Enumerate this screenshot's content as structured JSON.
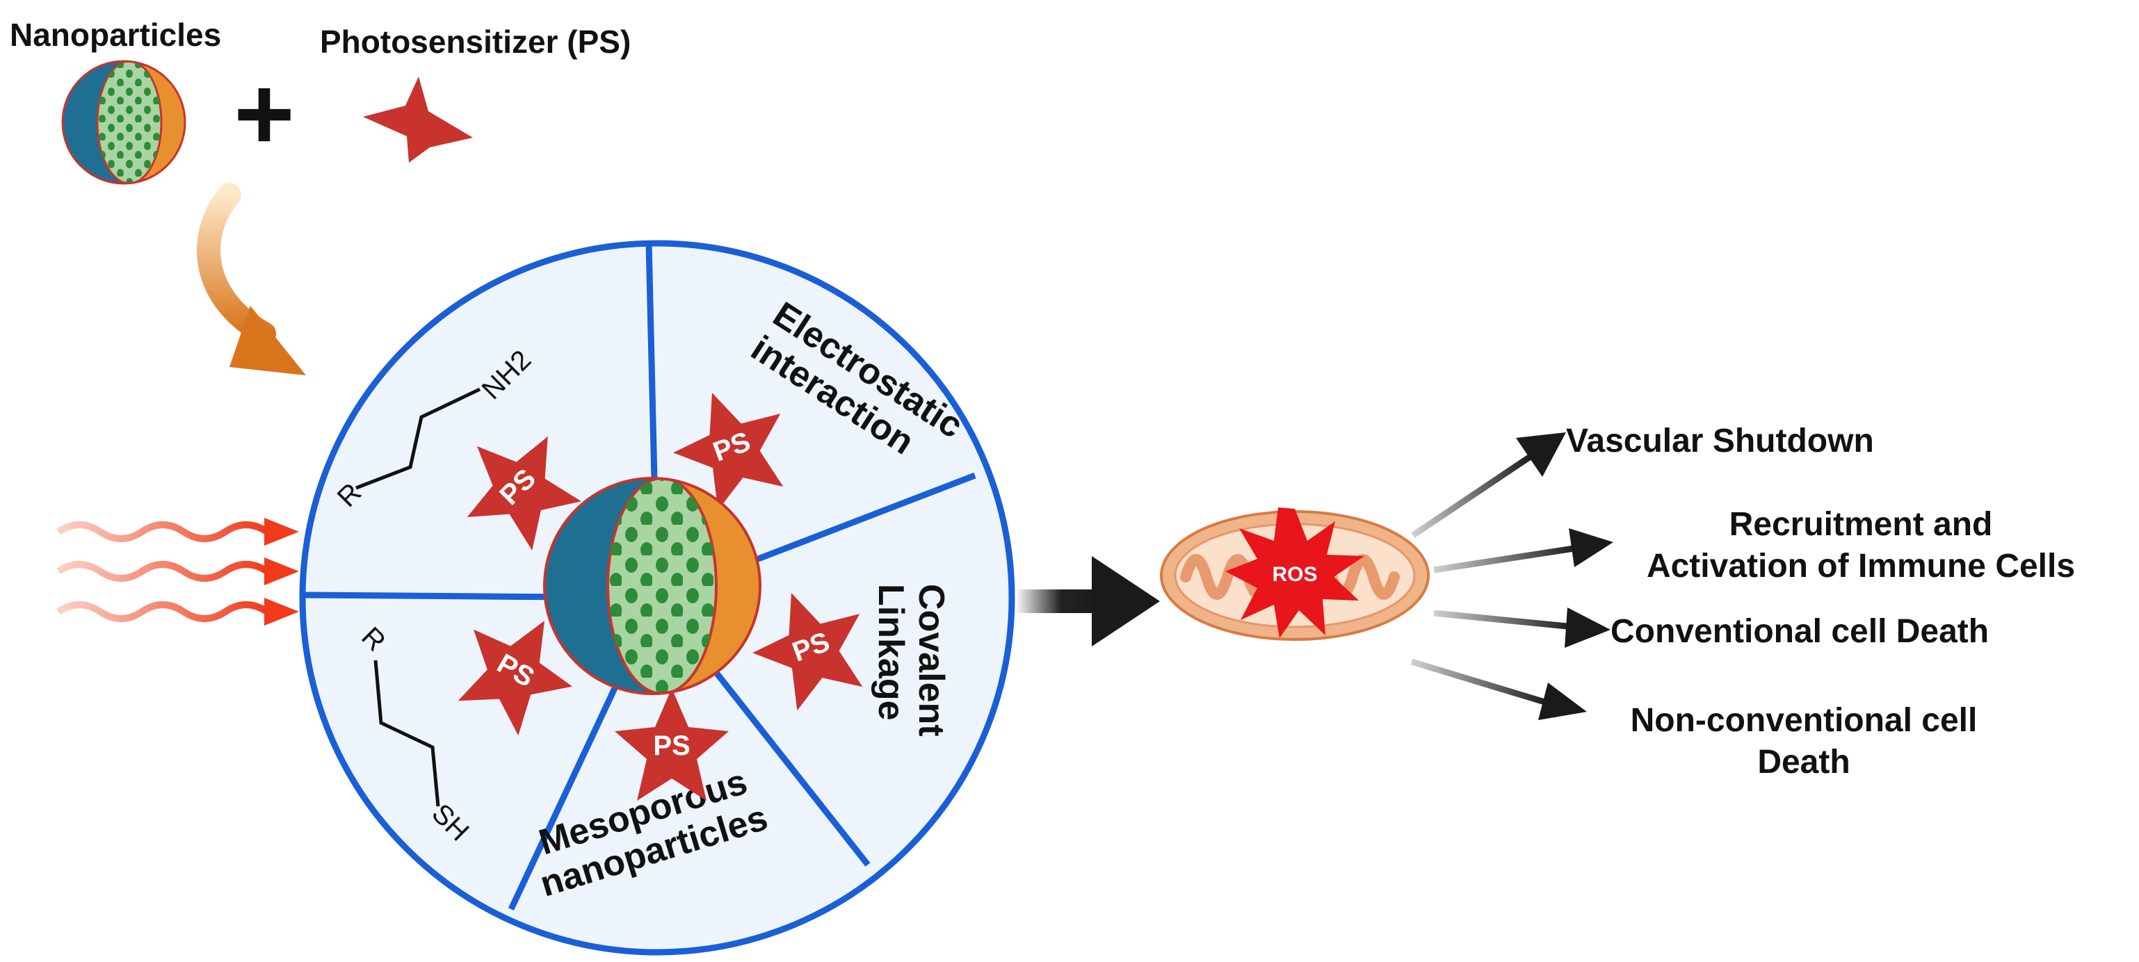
{
  "top_labels": {
    "nanoparticles": "Nanoparticles",
    "photosensitizer": "Photosensitizer (PS)",
    "plus": "+"
  },
  "segments": {
    "electrostatic_line1": "Electrostatic",
    "electrostatic_line2": "interaction",
    "covalent_line1": "Covalent",
    "covalent_line2": "Linkage",
    "mesoporous_line1": "Mesoporous",
    "mesoporous_line2": "nanoparticles"
  },
  "chem": {
    "amine_r": "R",
    "amine_group": "NH2",
    "thiol_r": "R",
    "thiol_group": "SH"
  },
  "ps_label": "PS",
  "ros_label": "ROS",
  "outcomes": {
    "vascular": "Vascular Shutdown",
    "immune_line1": "Recruitment and",
    "immune_line2": "Activation of Immune Cells",
    "conventional": "Conventional cell Death",
    "nonconventional_line1": "Non-conventional cell",
    "nonconventional_line2": "Death"
  },
  "colors": {
    "blue_shell": "#1f6f93",
    "orange_shell": "#e8902f",
    "green_core": "#a8d5a2",
    "green_dot": "#2e8b3a",
    "ps_red": "#c8332e",
    "circle_border": "#1a5fd6",
    "circle_fill": "#eef4fb",
    "light_red": "#f03a1a",
    "ros_red": "#e8161b",
    "mito_fill": "#f0b48a",
    "mito_inner": "#fbe0cb"
  }
}
